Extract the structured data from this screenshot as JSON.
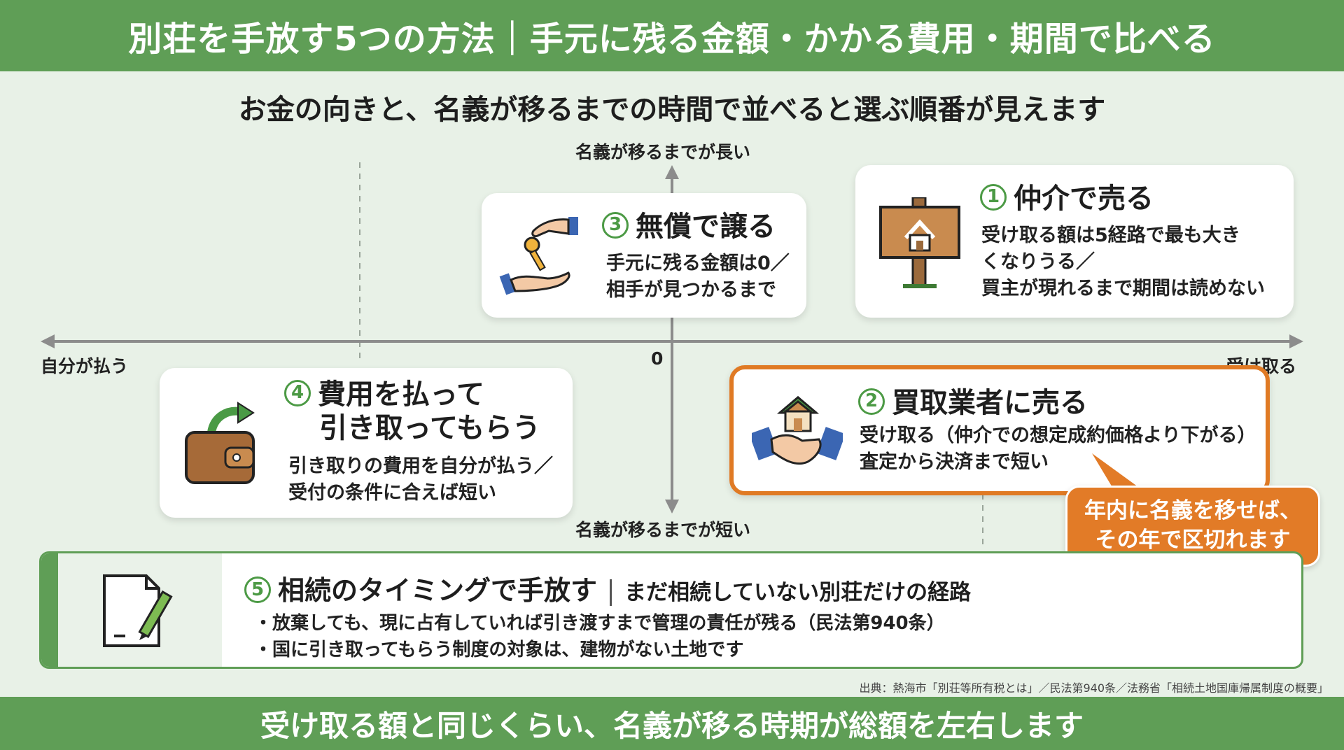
{
  "header": {
    "title": "別荘を手放す5つの方法｜手元に残る金額・かかる費用・期間で比べる"
  },
  "subtitle": "お金の向きと、名義が移るまでの時間で並べると選ぶ順番が見えます",
  "axes": {
    "top": "名義が移るまでが長い",
    "bottom": "名義が移るまでが短い",
    "left": "自分が払う",
    "right": "受け取る",
    "origin": "0"
  },
  "cards": [
    {
      "num": "1",
      "title": "仲介で売る",
      "desc": [
        "受け取る額は5経路で最も大き",
        "くなりうる／",
        "買主が現れるまで期間は読めない"
      ],
      "icon": "signboard-house-icon"
    },
    {
      "num": "2",
      "title": "買取業者に売る",
      "desc": [
        "受け取る（仲介での想定成約価格より下がる）",
        "査定から決済まで短い"
      ],
      "icon": "handshake-house-icon"
    },
    {
      "num": "3",
      "title": "無償で譲る",
      "desc": [
        "手元に残る金額は0／",
        "相手が見つかるまで"
      ],
      "icon": "hand-key-icon"
    },
    {
      "num": "4",
      "title": [
        "費用を払って",
        "引き取ってもらう"
      ],
      "desc": [
        "引き取りの費用を自分が払う／",
        "受付の条件に合えば短い"
      ],
      "icon": "wallet-arrow-icon"
    }
  ],
  "callout": {
    "lines": [
      "年内に名義を移せば、",
      "その年で区切れます"
    ]
  },
  "card5": {
    "num": "5",
    "title": "相続のタイミングで手放す",
    "subtitle": "まだ相続していない別荘だけの経路",
    "bullets": [
      "・放棄しても、現に占有していれば引き渡すまで管理の責任が残る（民法第940条）",
      "・国に引き取ってもらう制度の対象は、建物がない土地です"
    ],
    "icon": "document-pen-icon"
  },
  "source": "出典：熱海市「別荘等所有税とは」／民法第940条／法務省「相続土地国庫帰属制度の概要」",
  "footer": "受け取る額と同じくらい、名義が移る時期が総額を左右します",
  "colors": {
    "green": "#5f9e56",
    "orange": "#e27b27",
    "background": "#e8f1e7"
  }
}
